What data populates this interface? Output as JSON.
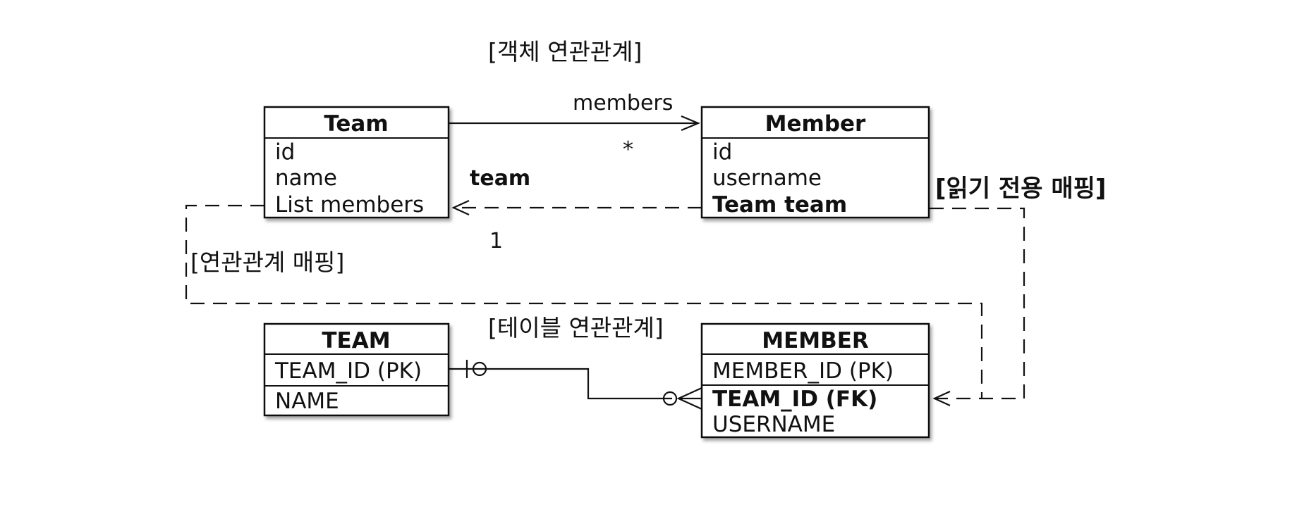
{
  "titles": {
    "object_relation": "[객체 연관관계]",
    "table_relation": "[테이블 연관관계]",
    "relation_mapping": "[연관관계 매핑]",
    "readonly_mapping": "[읽기 전용 매핑]"
  },
  "labels": {
    "members": "members",
    "star": "*",
    "team": "team",
    "one": "1"
  },
  "entities": {
    "team_obj": {
      "header": "Team",
      "fields": [
        "id",
        "name",
        "List members"
      ]
    },
    "member_obj": {
      "header": "Member",
      "fields": [
        "id",
        "username",
        "Team team"
      ]
    },
    "team_tbl": {
      "header": "TEAM",
      "fields": [
        "TEAM_ID (PK)",
        "NAME"
      ]
    },
    "member_tbl": {
      "header": "MEMBER",
      "fields": [
        "MEMBER_ID (PK)",
        "TEAM_ID (FK)",
        "USERNAME"
      ]
    }
  }
}
